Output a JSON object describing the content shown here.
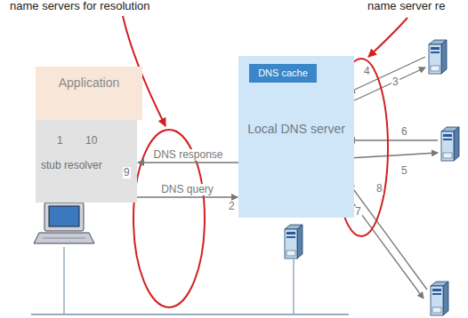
{
  "diagram": {
    "nodes": [
      {
        "text": [
          "Application"
        ]
      },
      {
        "text": [
          "stub resolver"
        ]
      },
      {
        "text": [
          "Local DNS server"
        ]
      },
      {
        "text": [
          "DNS cache"
        ],
        "in": 2
      }
    ],
    "edges": [
      {
        "from": 2,
        "to": 1,
        "arrow": "to",
        "label": "DNS response"
      },
      {
        "from": 1,
        "to": 2,
        "arrow": "to",
        "label": "DNS query"
      },
      {
        "from": 0,
        "to": 1,
        "arrow": "to"
      },
      {
        "from": 1,
        "to": 0,
        "arrow": "to"
      }
    ],
    "labels": [
      "name servers for resolution",
      "name server re",
      "1",
      "10",
      "9",
      "2",
      "4",
      "3",
      "6",
      "5",
      "8",
      "7"
    ]
  }
}
